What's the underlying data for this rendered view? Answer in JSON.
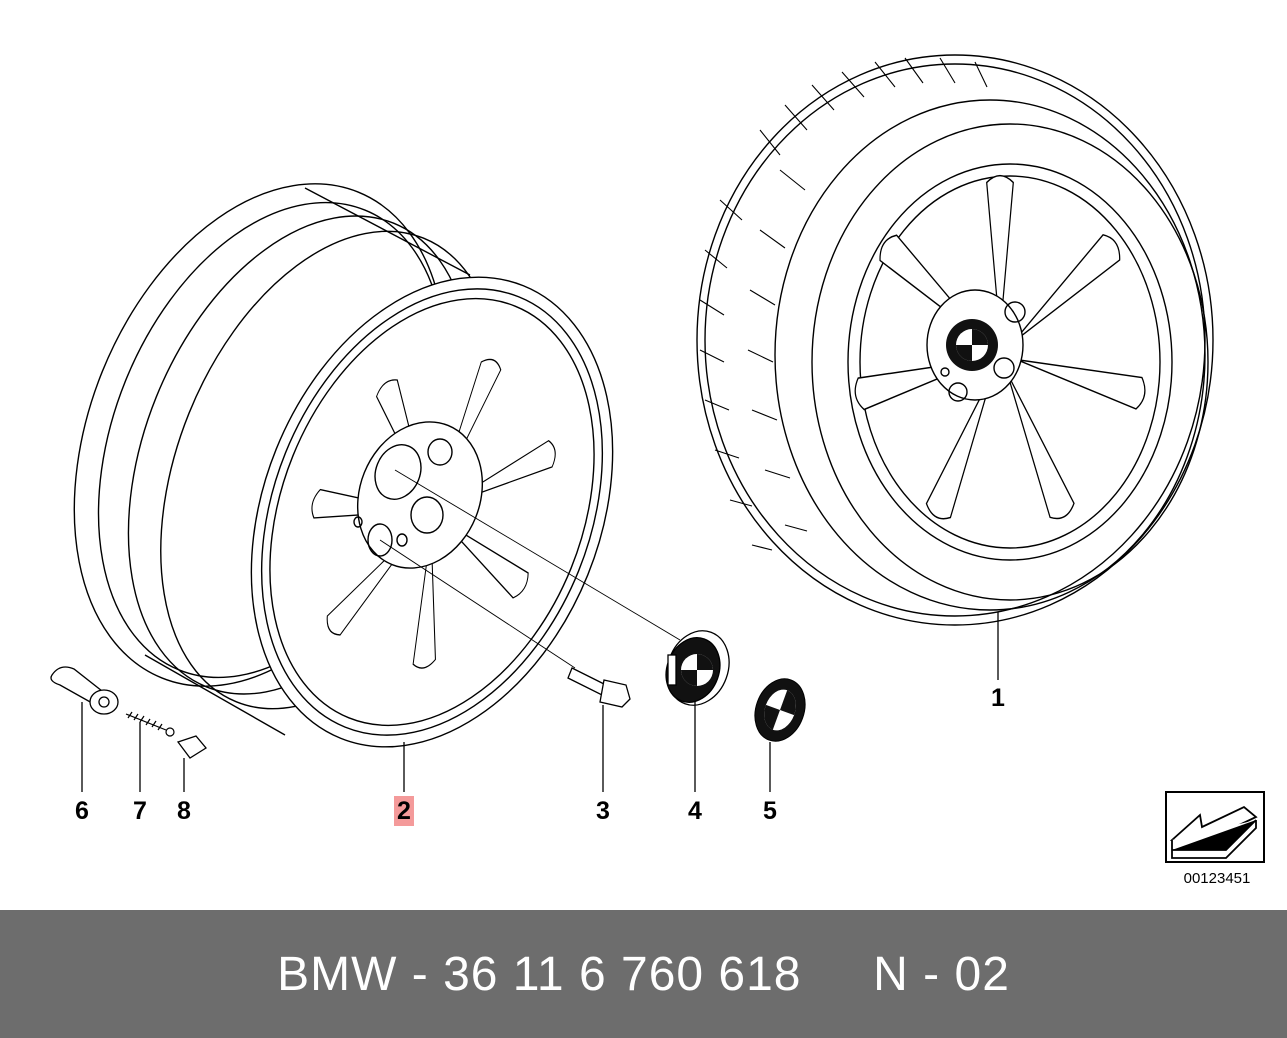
{
  "diagram": {
    "callouts": [
      {
        "id": "1",
        "label": "1"
      },
      {
        "id": "2",
        "label": "2",
        "highlighted": true
      },
      {
        "id": "3",
        "label": "3"
      },
      {
        "id": "4",
        "label": "4"
      },
      {
        "id": "5",
        "label": "5"
      },
      {
        "id": "6",
        "label": "6"
      },
      {
        "id": "7",
        "label": "7"
      },
      {
        "id": "8",
        "label": "8"
      }
    ],
    "reference_number": "00123451",
    "highlight_color": "#f49a9a",
    "line_color": "#000000",
    "background_color": "#ffffff",
    "icons": [
      "bmw-logo-icon",
      "arrow-icon"
    ]
  },
  "footer": {
    "text": "BMW - 36 11 6 760 618     N - 02",
    "background_color": "#6d6d6d",
    "text_color": "#ffffff"
  }
}
